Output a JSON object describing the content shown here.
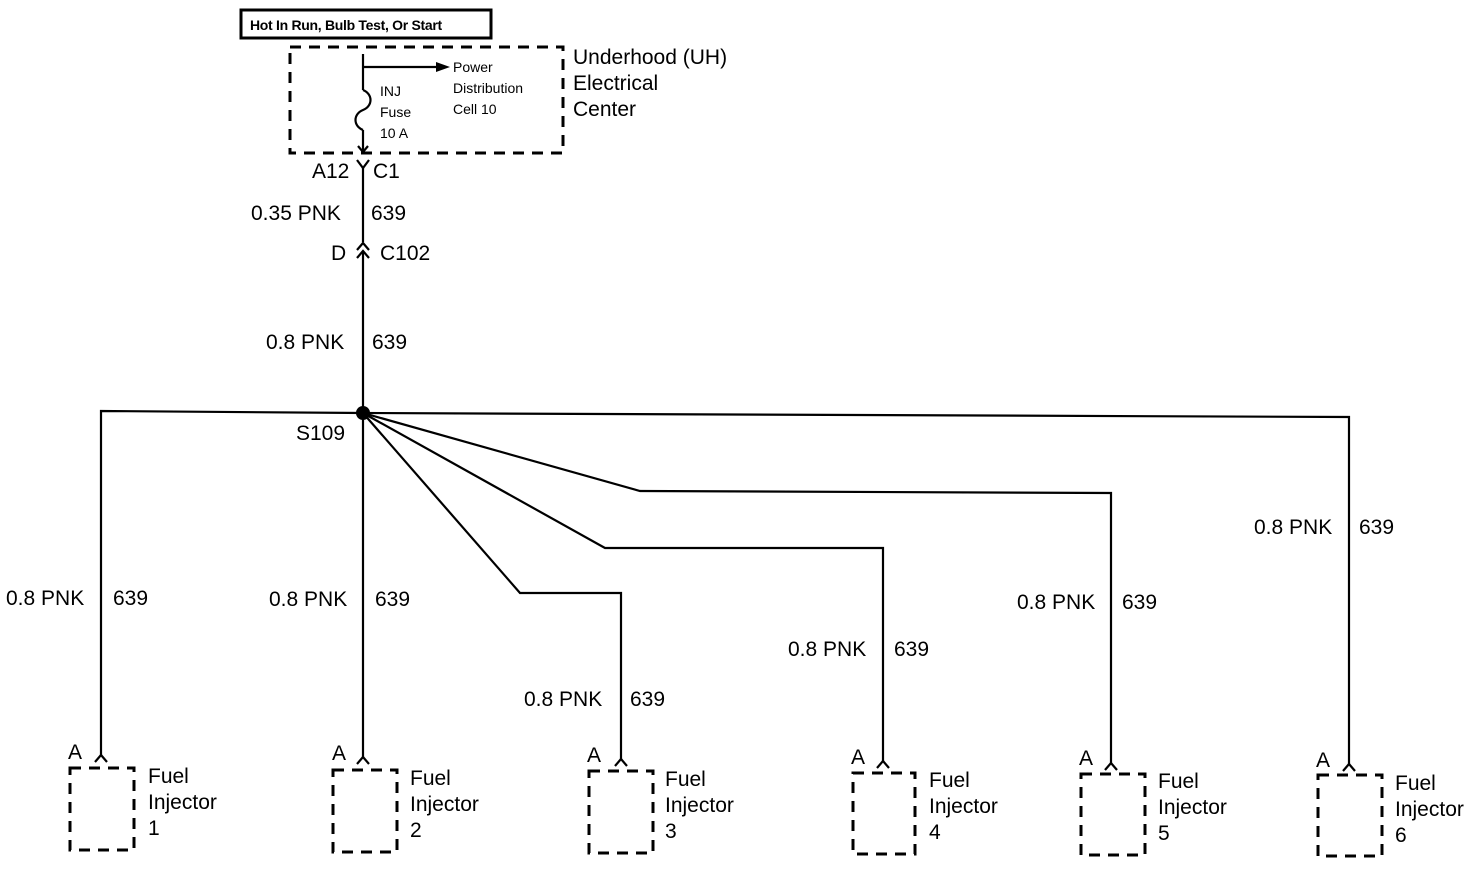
{
  "power_condition": "Hot In Run, Bulb Test, Or Start",
  "uh_center": {
    "name_line1": "Underhood (UH)",
    "name_line2": "Electrical",
    "name_line3": "Center",
    "pdc_line1": "Power",
    "pdc_line2": "Distribution",
    "pdc_line3": "Cell 10",
    "fuse_line1": "INJ",
    "fuse_line2": "Fuse",
    "fuse_line3": "10 A"
  },
  "connector_c1": {
    "pin": "A12",
    "name": "C1"
  },
  "wire_upper": {
    "gauge_color": "0.35 PNK",
    "circuit": "639"
  },
  "connector_c102": {
    "pin": "D",
    "name": "C102"
  },
  "wire_main": {
    "gauge_color": "0.8 PNK",
    "circuit": "639"
  },
  "splice": {
    "name": "S109"
  },
  "injectors": [
    {
      "pin": "A",
      "line1": "Fuel",
      "line2": "Injector",
      "number": "1",
      "gauge_color": "0.8 PNK",
      "circuit": "639"
    },
    {
      "pin": "A",
      "line1": "Fuel",
      "line2": "Injector",
      "number": "2",
      "gauge_color": "0.8 PNK",
      "circuit": "639"
    },
    {
      "pin": "A",
      "line1": "Fuel",
      "line2": "Injector",
      "number": "3",
      "gauge_color": "0.8 PNK",
      "circuit": "639"
    },
    {
      "pin": "A",
      "line1": "Fuel",
      "line2": "Injector",
      "number": "4",
      "gauge_color": "0.8 PNK",
      "circuit": "639"
    },
    {
      "pin": "A",
      "line1": "Fuel",
      "line2": "Injector",
      "number": "5",
      "gauge_color": "0.8 PNK",
      "circuit": "639"
    },
    {
      "pin": "A",
      "line1": "Fuel",
      "line2": "Injector",
      "number": "6",
      "gauge_color": "0.8 PNK",
      "circuit": "639"
    }
  ]
}
